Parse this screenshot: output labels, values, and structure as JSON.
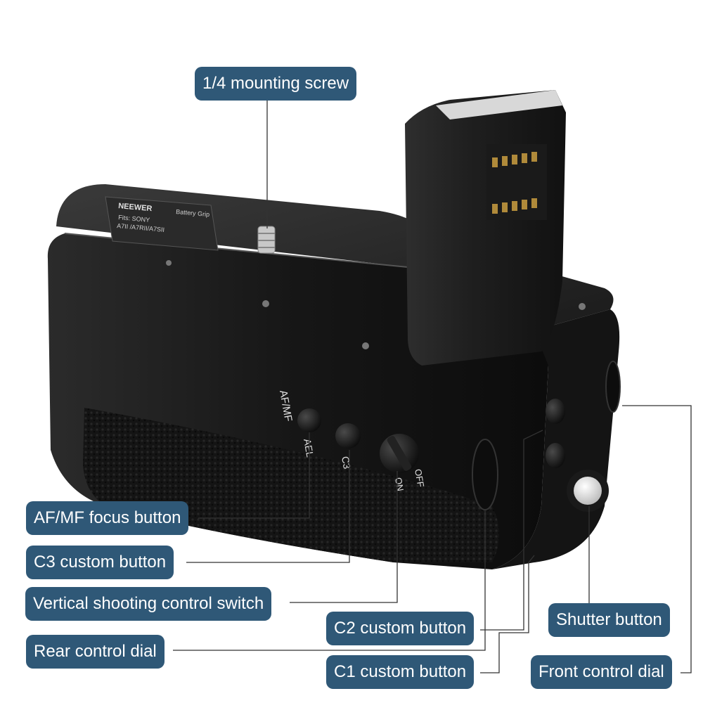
{
  "callouts": {
    "mounting_screw": "1/4 mounting screw",
    "af_mf": "AF/MF focus button",
    "c3": "C3 custom button",
    "vertical_switch": "Vertical shooting control switch",
    "rear_dial": "Rear control dial",
    "c2": "C2 custom button",
    "c1": "C1 custom button",
    "shutter": "Shutter button",
    "front_dial": "Front control dial"
  },
  "product_markings": {
    "af_mf": "AF/MF",
    "ael": "AEL",
    "c3": "C3",
    "on": "ON",
    "off": "OFF",
    "brand": "NEEWER",
    "battery_grip": "Battery Grip",
    "fits": "Fits: SONY",
    "models": "A7II /A7RII/A7SII"
  },
  "colors": {
    "label_bg": "#2f5877",
    "label_text": "#ffffff",
    "leader_line": "#333333",
    "grip_body": "#1c1c1c"
  }
}
